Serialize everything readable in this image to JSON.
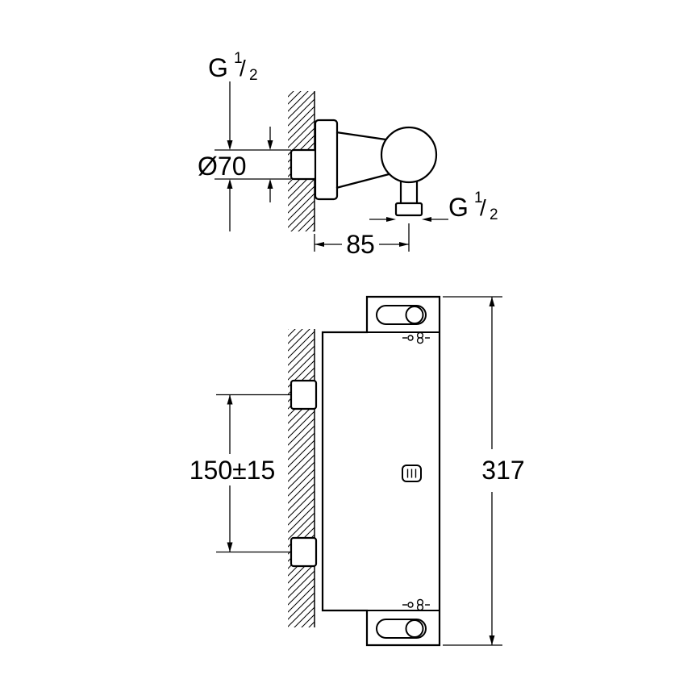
{
  "meta": {
    "drawing_type": "dimensioned technical drawing, wall-mounted thermostatic shower mixer",
    "line_color": "#000000",
    "background": "#ffffff"
  },
  "top_view": {
    "thread_top": {
      "g": "G",
      "num": "1",
      "slash": "/",
      "den": "2"
    },
    "diameter": "Ø70",
    "depth": "85",
    "thread_side": {
      "g": "G",
      "num": "1",
      "slash": "/",
      "den": "2"
    }
  },
  "front_view": {
    "spacing": "150±15",
    "height": "317"
  }
}
